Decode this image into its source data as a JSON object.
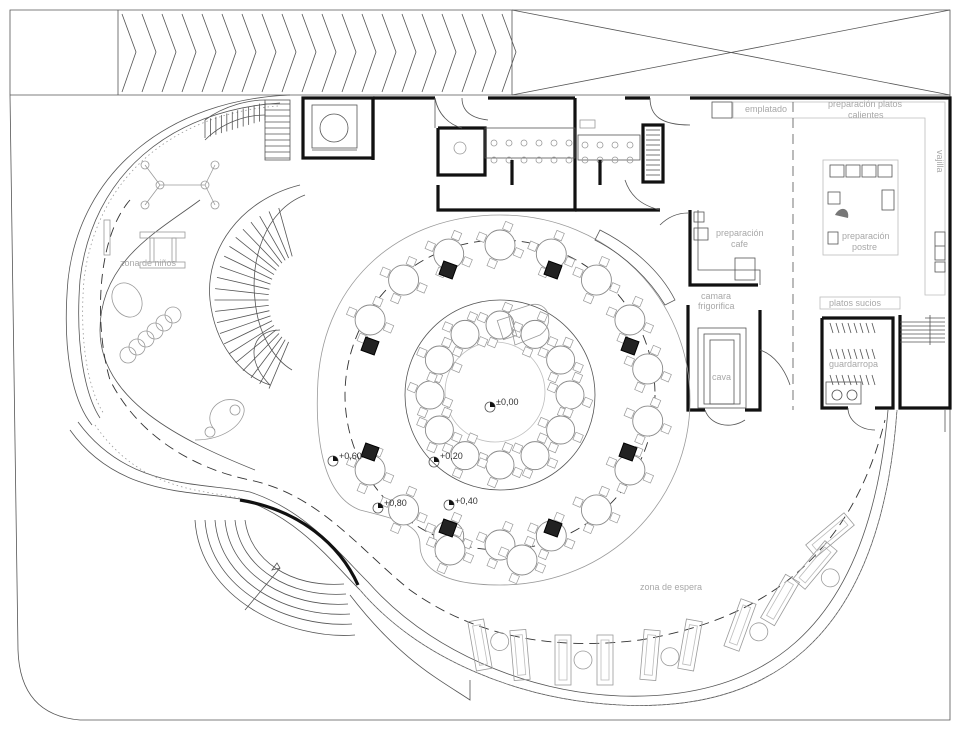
{
  "labels": {
    "emplatado": "emplatado",
    "preparacion_platos_calientes_1": "preparación platos",
    "preparacion_platos_calientes_2": "calientes",
    "vajilla": "vajilla",
    "preparacion_postre_1": "preparación",
    "preparacion_postre_2": "postre",
    "preparacion_cafe_1": "preparación",
    "preparacion_cafe_2": "cafe",
    "camara_frigorifica_1": "camara",
    "camara_frigorifica_2": "frigorifica",
    "cava": "cava",
    "platos_sucios": "platos sucios",
    "guardarropa": "guardarropa",
    "zona_de_ninos": "zona de niños",
    "zona_de_espera": "zona de espera"
  },
  "levels": {
    "center": "±0,00",
    "l060": "+0,60",
    "l020": "+0,20",
    "l080": "+0,80",
    "l040": "+0,40"
  },
  "colors": {
    "wall": "#111111",
    "line": "#555555",
    "furniture": "#9a9a9a",
    "label": "#a8a8a8"
  }
}
